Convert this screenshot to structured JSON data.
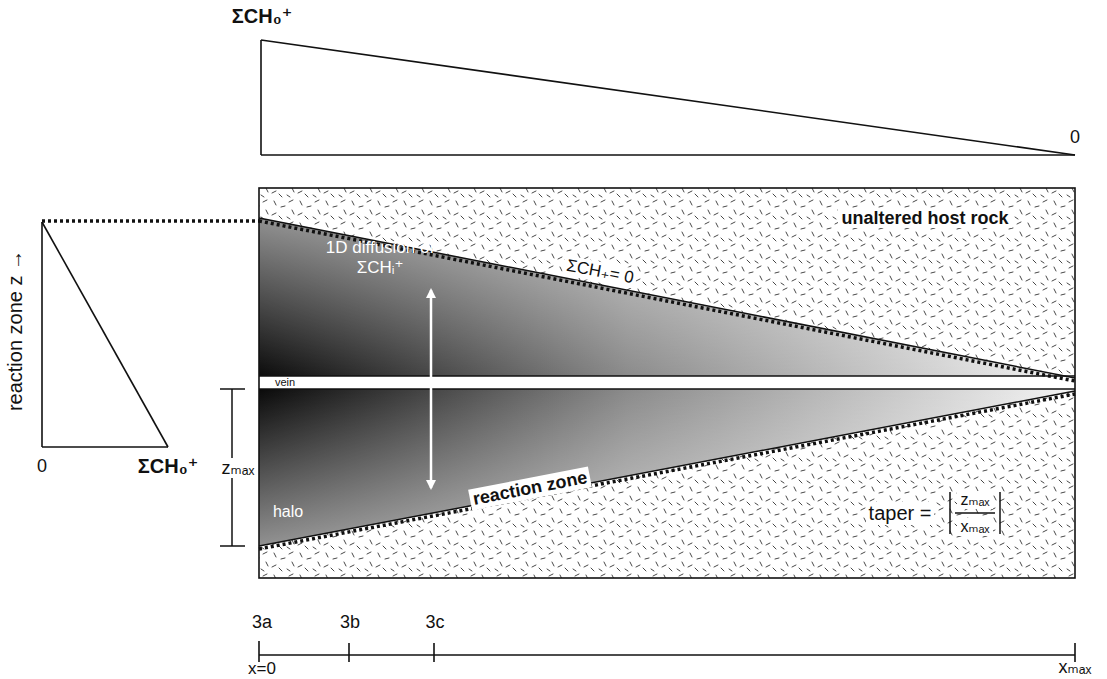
{
  "diagram": {
    "labels": [
      "ΣCH₀⁺",
      "0",
      "reaction zone z →",
      "0",
      "ΣCH₀⁺",
      "unaltered host rock",
      "ΣCH₊= 0",
      "1D diffusion of ΣCHᵢ⁺",
      "vein",
      "zₘₐₓ",
      "halo",
      "reaction zone",
      "taper =",
      "zₘₐₓ",
      "xₘₐₓ",
      "3a",
      "3b",
      "3c",
      "x=0",
      "xₘₐₓ"
    ]
  }
}
